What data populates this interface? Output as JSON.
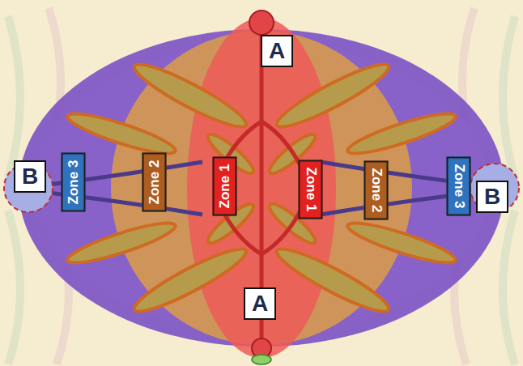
{
  "diagram": {
    "nodes": [
      {
        "text": [
          "A"
        ]
      },
      {
        "text": [
          "B"
        ]
      },
      {
        "text": [
          "Zone 3"
        ]
      },
      {
        "text": [
          "Zone 2"
        ]
      },
      {
        "text": [
          "Zone 1"
        ]
      },
      {
        "text": [
          "Zone 1"
        ]
      },
      {
        "text": [
          "Zone 2"
        ]
      },
      {
        "text": [
          "Zone 3"
        ]
      },
      {
        "text": [
          "B"
        ]
      },
      {
        "text": [
          "A"
        ]
      }
    ]
  }
}
